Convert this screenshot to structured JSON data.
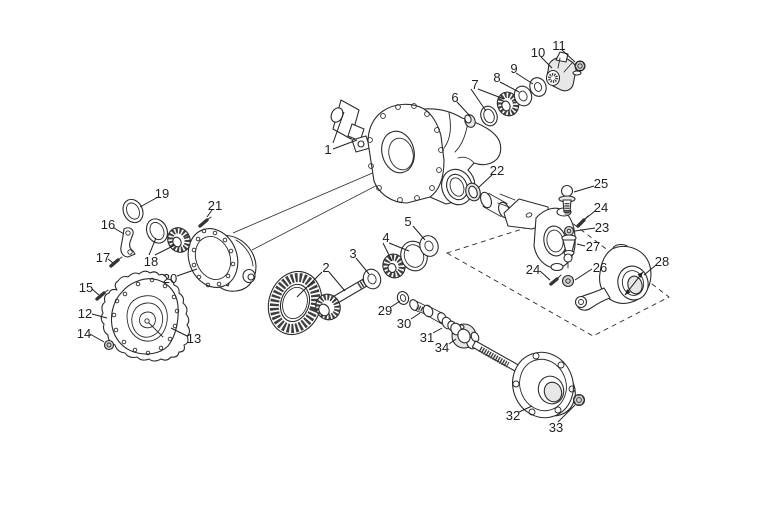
{
  "figure": {
    "type": "exploded-parts-diagram",
    "background_color": "#ffffff",
    "line_color": "#2b2b2b",
    "label_color": "#1f1f1f"
  },
  "callouts": {
    "c1": "1",
    "c2": "2",
    "c3": "3",
    "c4": "4",
    "c5": "5",
    "c6": "6",
    "c7": "7",
    "c8": "8",
    "c9": "9",
    "c10": "10",
    "c11": "11",
    "c12": "12",
    "c13": "13",
    "c14": "14",
    "c15": "15",
    "c16": "16",
    "c17": "17",
    "c18": "18",
    "c19": "19",
    "c20": "20",
    "c21": "21",
    "c22": "22",
    "c23": "23",
    "c24a": "24",
    "c24b": "24",
    "c25": "25",
    "c26": "26",
    "c27": "27",
    "c28": "28",
    "c29": "29",
    "c30": "30",
    "c31": "31",
    "c32": "32",
    "c33": "33",
    "c34": "34"
  }
}
